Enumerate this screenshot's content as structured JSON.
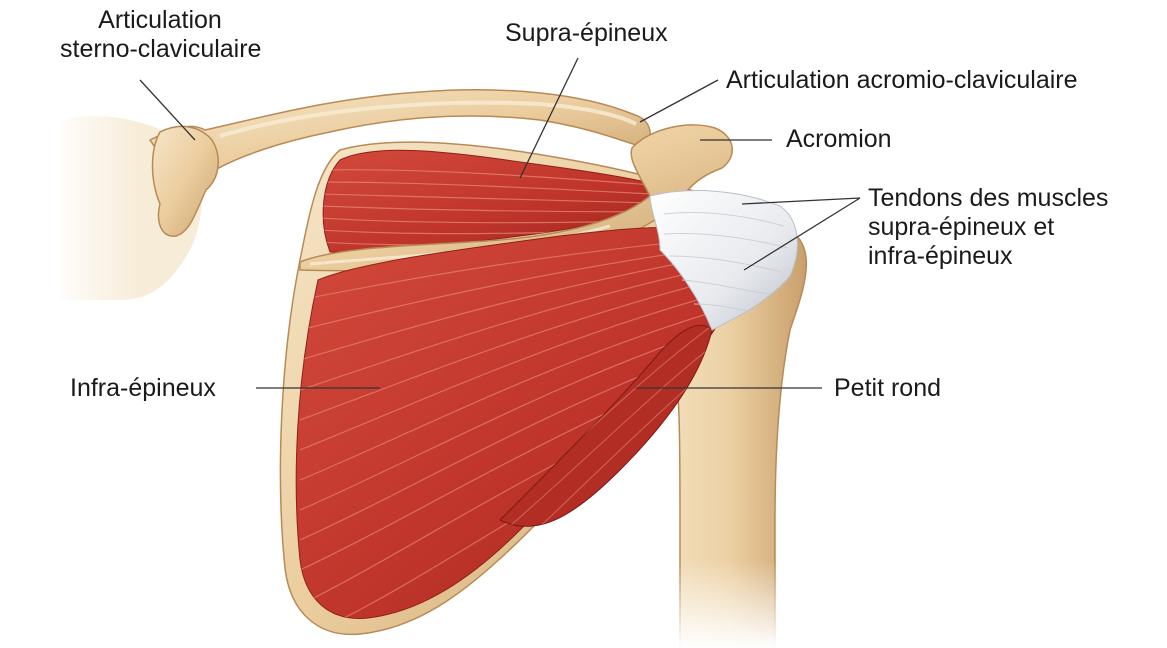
{
  "colors": {
    "bone": "#ebcd9e",
    "bone_shadow": "#caa16d",
    "bone_highlight": "#f6e6c8",
    "muscle": "#c83a30",
    "muscle_dark": "#8f2019",
    "muscle_fiber": "#e78a7c",
    "tendon": "#eef0f3",
    "tendon_shadow": "#b9bec8",
    "leader": "#333333"
  },
  "labels": {
    "sternoclavicular_line1": "Articulation",
    "sternoclavicular_line2": "sterno-claviculaire",
    "supraspinatus": "Supra-épineux",
    "acromioclavicular": "Articulation acromio-claviculaire",
    "acromion": "Acromion",
    "tendons_line1": "Tendons des muscles",
    "tendons_line2": "supra-épineux et",
    "tendons_line3": "infra-épineux",
    "infraspinatus": "Infra-épineux",
    "teres_minor": "Petit rond"
  }
}
